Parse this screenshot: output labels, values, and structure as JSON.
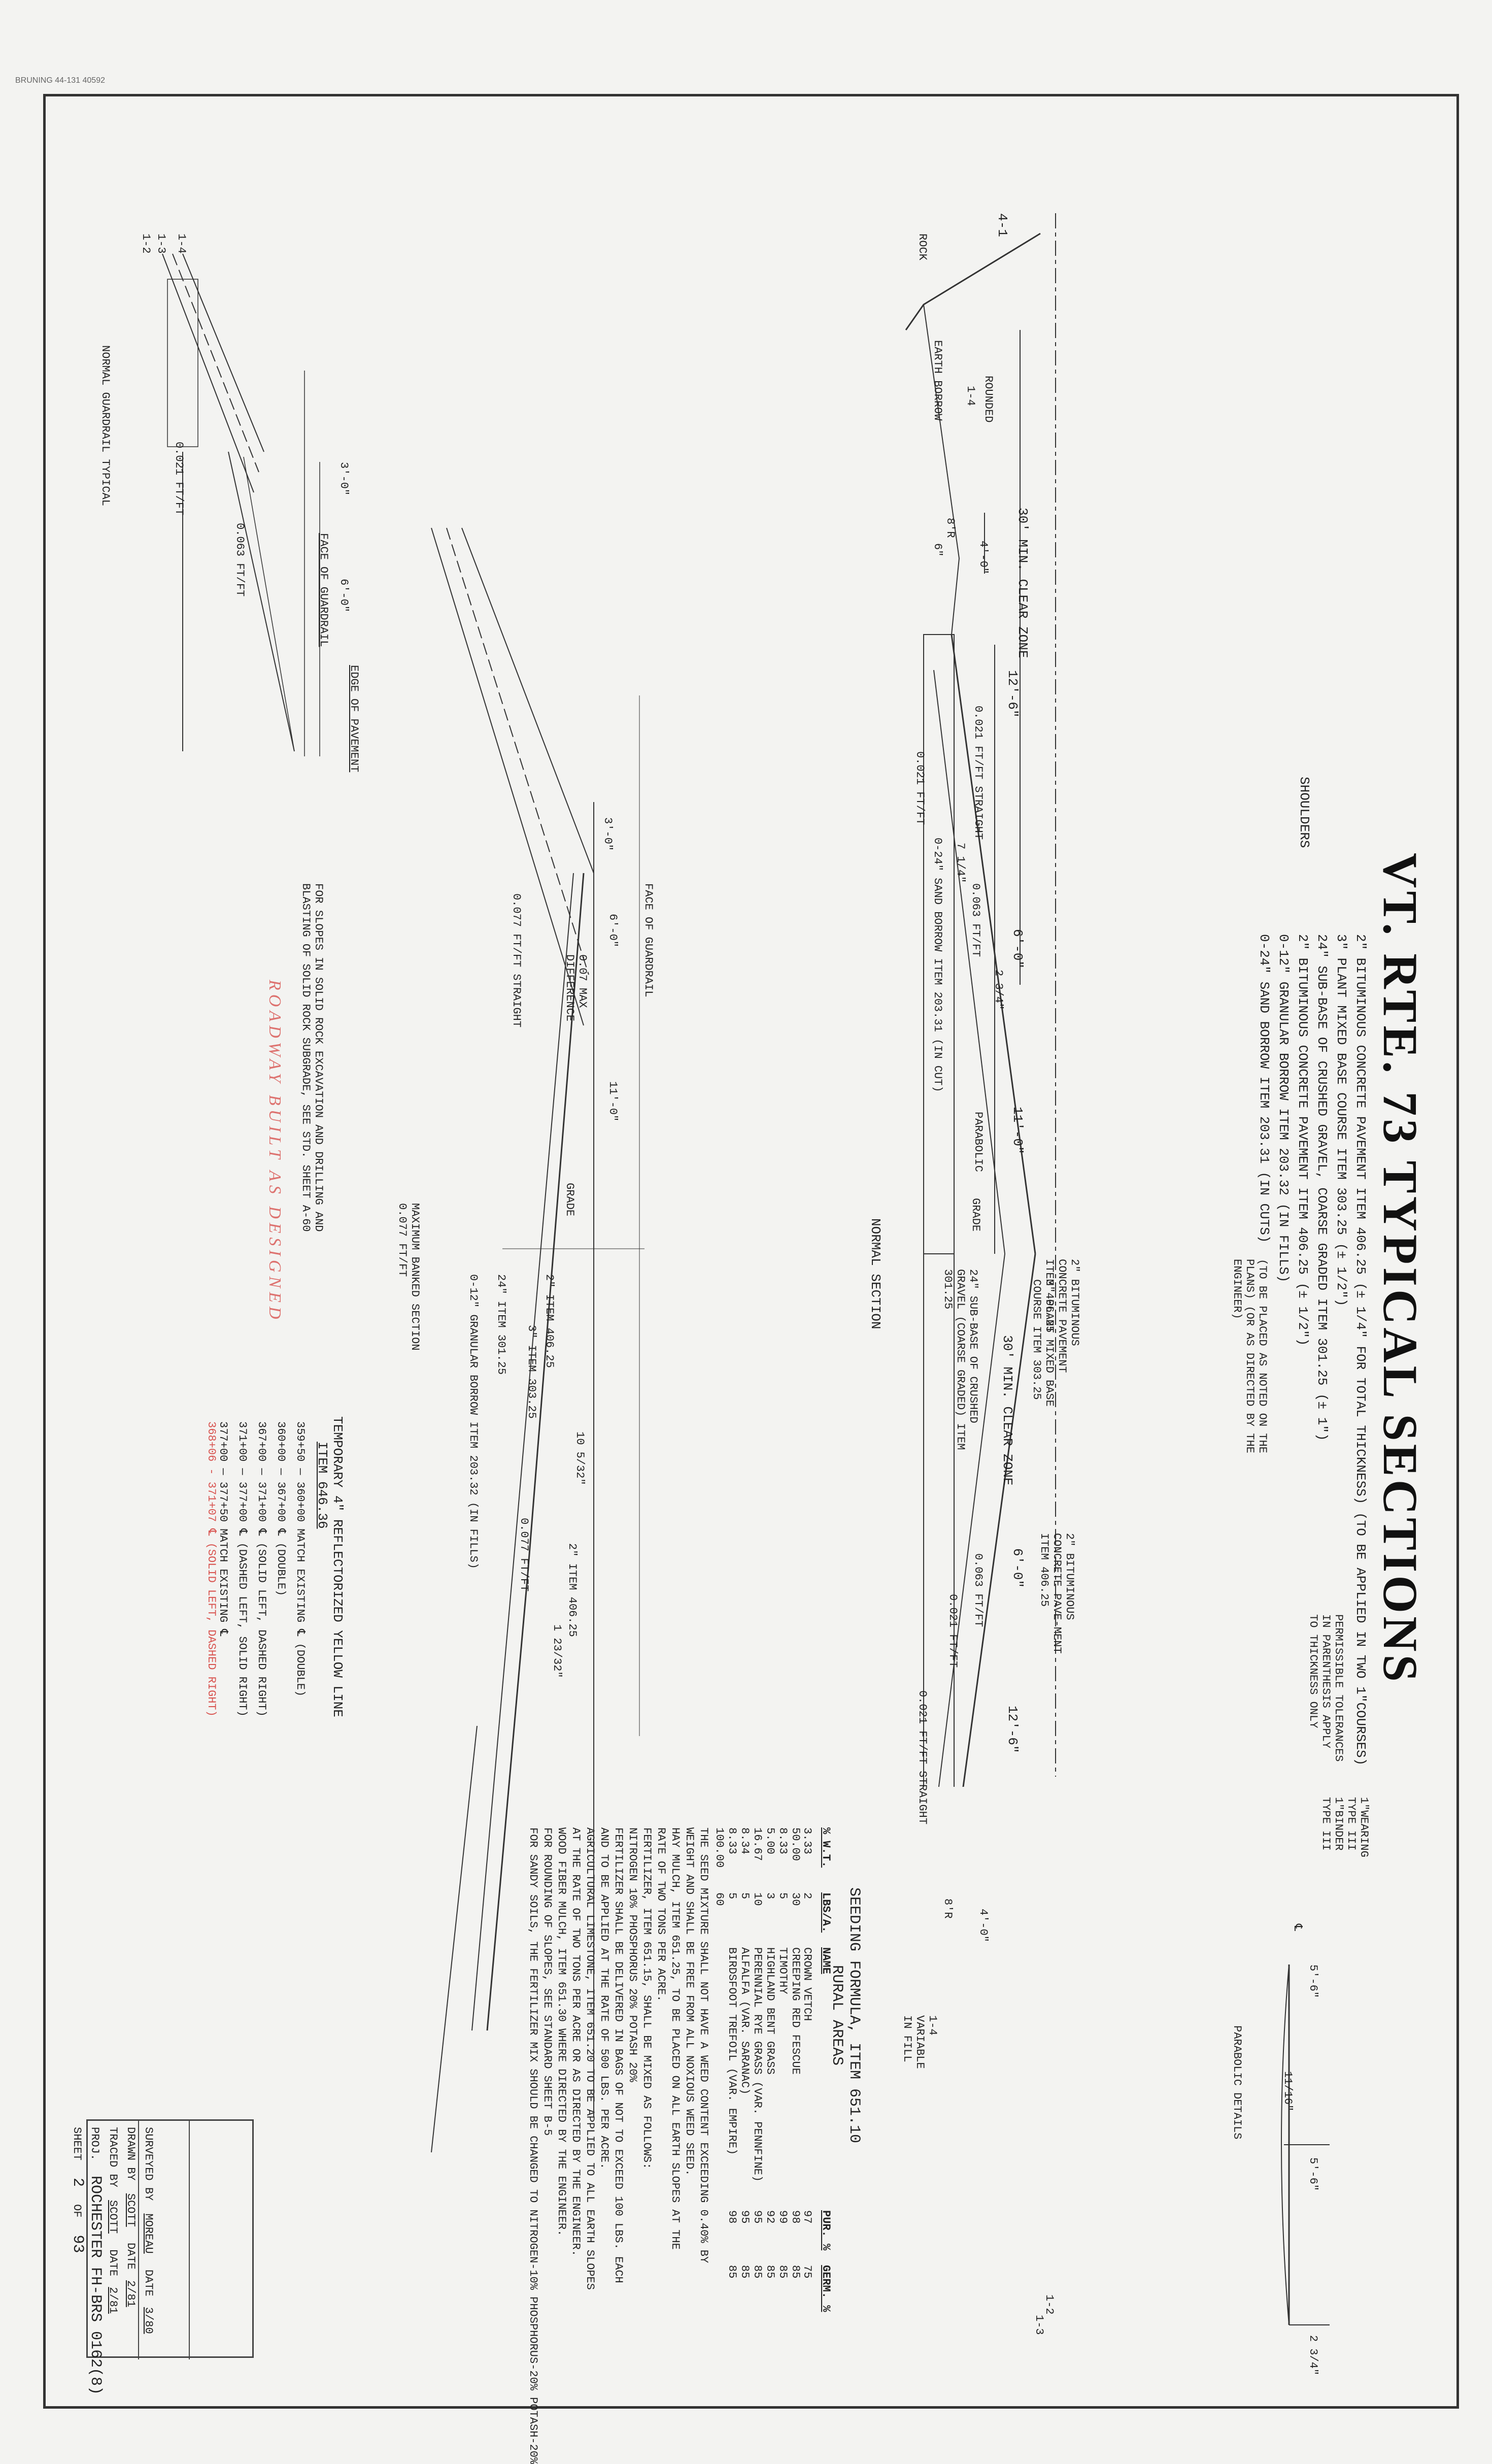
{
  "header_code": "BRUNING 44-131 40592",
  "title": "VT. RTE. 73 TYPICAL SECTIONS",
  "pavement_notes": [
    "2\" BITUMINOUS CONCRETE PAVEMENT ITEM 406.25 (± 1/4\" FOR TOTAL THICKNESS) (TO BE APPLIED IN TWO 1\"COURSES)",
    "3\" PLANT MIXED BASE COURSE ITEM 303.25 (± 1/2\")",
    "24\" SUB-BASE OF CRUSHED GRAVEL, COARSE GRADED ITEM 301.25 (± 1\")",
    "2\" BITUMINOUS CONCRETE PAVEMENT ITEM 406.25 (± 1/2\")",
    "0-12\" GRANULAR BORROW ITEM 203.32 (IN FILLS)",
    "0-24\" SAND BORROW ITEM 203.31 (IN CUTS)"
  ],
  "shoulders_label": "SHOULDERS",
  "placed_note": "(TO BE PLACED AS NOTED ON THE PLANS) (OR AS DIRECTED BY THE ENGINEER)",
  "wearing_note": "1\"WEARING TYPE III 1\"BINDER TYPE III",
  "tolerance_note": "PERMISSIBLE TOLERANCES IN PARENTHESIS APPLY TO THICKNESS ONLY",
  "normal_section": {
    "title": "NORMAL SECTION",
    "labels": [
      "ROCK",
      "4-1",
      "ROUNDED",
      "EARTH BORROW",
      "1-4",
      "30' MIN. CLEAR ZONE",
      "8'R",
      "6\"",
      "4'-0\"",
      "12'-6\"",
      "0.021 FT/FT STRAIGHT",
      "0.021 FT/FT",
      "0-24\" SAND BORROW ITEM 203.31 (IN CUT)",
      "7 1/4\"",
      "0.063 FT/FT",
      "6'-0\"",
      "2 3/4\"",
      "PARABOLIC",
      "11'-0\"",
      "GRADE",
      "2\" BITUMINOUS CONCRETE PAVEMENT ITEM 406.25",
      "3\" PLANT MIXED BASE COURSE ITEM 303.25",
      "24\" SUB-BASE OF CRUSHED GRAVEL (COARSE GRADED) ITEM 301.25",
      "2\" BITUMINOUS CONCRETE PAVE-MENT ITEM 406.25",
      "1-4 VARIABLE IN FILL",
      "1-2",
      "1-3"
    ]
  },
  "banked_section": {
    "title": "MAXIMUM BANKED SECTION 0.077 FT/FT",
    "labels": [
      "FACE OF GUARDRAIL",
      "3'-0\"",
      "6'-0\"",
      "0.07 MAX DIFFERENCE",
      "11'-0\"",
      "0.077 FT/FT STRAIGHT",
      "GRADE",
      "2\" ITEM 406.25",
      "3\" ITEM 303.25",
      "24\" ITEM 301.25",
      "0-12\" GRANULAR BORROW ITEM 203.32 (IN FILLS)",
      "2\" ITEM 406.25",
      "0.077 FT/FT",
      "1 23/32\"",
      "10 5/32\""
    ]
  },
  "guardrail_typical": {
    "title": "NORMAL GUARDRAIL TYPICAL",
    "labels": [
      "1-4",
      "1-3",
      "1-2",
      "3'-0\"",
      "6'-0\"",
      "FACE OF GUARDRAIL",
      "EDGE OF PAVEMENT",
      "0.063 FT/FT",
      "0.021 FT/FT"
    ]
  },
  "rock_note": "FOR SLOPES IN SOLID ROCK EXCAVATION AND DRILLING AND BLASTING OF SOLID ROCK SUBGRADE, SEE STD. SHEET A-60",
  "as_built": "ROADWAY BUILT AS DESIGNED",
  "yellow_line": {
    "heading": "TEMPORARY 4\" REFLECTORIZED YELLOW LINE",
    "item": "ITEM 646.36",
    "rows": [
      "359+50 — 360+00 MATCH EXISTING ℄ (DOUBLE)",
      "360+00 — 367+00 ℄ (DOUBLE)",
      "367+00 — 371+00 ℄ (SOLID LEFT, DASHED RIGHT)",
      "371+00 — 377+00 ℄ (DASHED LEFT, SOLID RIGHT)",
      "377+00 — 377+50 MATCH EXISTING ℄"
    ],
    "red_note": "368+06 - 371+07  ℄ (SOLID LEFT, DASHED RIGHT)"
  },
  "seeding": {
    "title": "SEEDING FORMULA, ITEM 651.10 RURAL AREAS",
    "columns": [
      "% W.T.",
      "LBS/A.",
      "NAME",
      "PUR. %",
      "GERM. %"
    ],
    "rows": [
      [
        "3.33",
        "2",
        "CROWN VETCH",
        "97",
        "75"
      ],
      [
        "50.00",
        "30",
        "CREEPING RED FESCUE",
        "98",
        "85"
      ],
      [
        "8.33",
        "5",
        "TIMOTHY",
        "99",
        "85"
      ],
      [
        "5.00",
        "3",
        "HIGHLAND BENT GRASS",
        "92",
        "85"
      ],
      [
        "16.67",
        "10",
        "PERENNIAL RYE GRASS (VAR. PENNFINE)",
        "95",
        "85"
      ],
      [
        "8.34",
        "5",
        "ALFALFA (VAR. SARANAC)",
        "95",
        "85"
      ],
      [
        "8.33",
        "5",
        "BIRDSFOOT TREFOIL (VAR. EMPIRE)",
        "98",
        "85"
      ]
    ],
    "total": [
      "100.00",
      "60"
    ],
    "notes": [
      "THE SEED MIXTURE SHALL NOT HAVE A WEED CONTENT EXCEEDING 0.40% BY",
      "WEIGHT AND SHALL BE FREE FROM ALL NOXIOUS WEED SEED.",
      "HAY MULCH, ITEM 651.25, TO BE PLACED ON ALL EARTH SLOPES AT THE",
      "RATE OF TWO TONS PER ACRE.",
      "FERTILIZER, ITEM 651.15, SHALL BE MIXED AS FOLLOWS:",
      "NITROGEN 10%  PHOSPHORUS 20%  POTASH 20%",
      "FERTILIZER SHALL BE DELIVERED IN BAGS OF NOT TO EXCEED 100 LBS. EACH",
      "AND TO BE APPLIED AT THE RATE OF 500 LBS. PER ACRE.",
      "AGRICULTURAL LIMESTONE, ITEM 651.20 TO BE APPLIED TO ALL EARTH SLOPES",
      "AT THE RATE OF TWO TONS PER ACRE OR AS DIRECTED BY THE ENGINEER.",
      "WOOD FIBER MULCH, ITEM 651.30 WHERE DIRECTED BY THE ENGINEER.",
      "FOR ROUNDING OF SLOPES, SEE STANDARD SHEET B-5",
      "FOR SANDY SOILS, THE FERTILIZER MIX SHOULD BE CHANGED TO NITROGEN-10% PHOSPHORUS-20% POTASH-20%"
    ]
  },
  "parabolic": {
    "title": "PARABOLIC DETAILS",
    "labels": [
      "℄",
      "5'-6\"",
      "5'-6\"",
      "11/16\"",
      "2 3/4\""
    ]
  },
  "title_block": {
    "surveyed_by": "SURVEYED BY",
    "surveyed_name": "MOREAU",
    "surveyed_date": "3/80",
    "drawn_by": "DRAWN BY",
    "drawn_name": "SCOTT",
    "drawn_date": "2/81",
    "traced_by": "TRACED BY",
    "traced_name": "SCOTT",
    "traced_date": "2/81",
    "date_label": "DATE",
    "proj_label": "PROJ.",
    "proj": "ROCHESTER FH-BRS 0162(8)",
    "sheet_label": "SHEET",
    "sheet": "2",
    "of_label": "OF",
    "of": "93"
  },
  "colors": {
    "ink": "#333333",
    "red": "#d8534f",
    "paper": "#f3f3f1"
  }
}
